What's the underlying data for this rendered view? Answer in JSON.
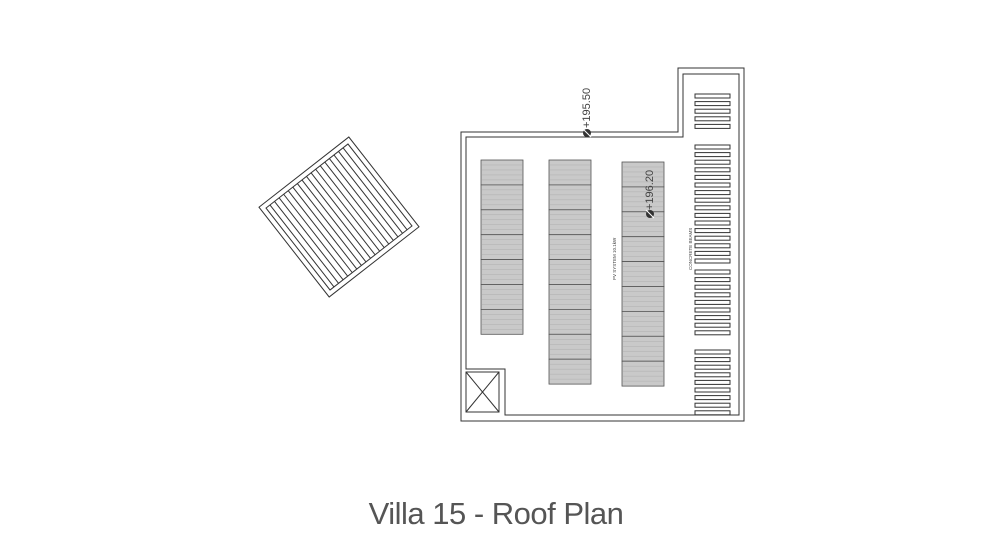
{
  "caption": "Villa 15 - Roof Plan",
  "labels": {
    "level_top": "+195.50",
    "level_mid": "+196.20",
    "pv_system": "PV SYSTEM 10.1kW",
    "concrete_beams": "CONCRETE BEAMS"
  },
  "colors": {
    "line": "#333333",
    "panel_fill": "#c9c9c9",
    "caption": "#555555"
  }
}
